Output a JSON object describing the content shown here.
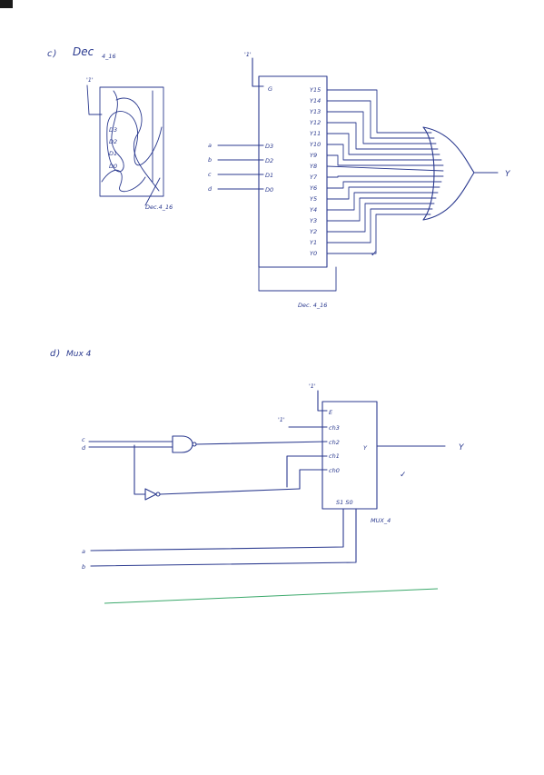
{
  "section_c": {
    "heading": "c)",
    "title": "Dec",
    "title_sub": "4_16",
    "sketch_one": "'1'",
    "sketch_pins": [
      "D3",
      "D2",
      "D1",
      "D0"
    ],
    "sketch_caption": "Dec.4_16",
    "one_label": "'1'",
    "enable_pin": "G",
    "input_pins": [
      "D3",
      "D2",
      "D1",
      "D0"
    ],
    "input_signals": [
      "a",
      "b",
      "c",
      "d"
    ],
    "output_pins": [
      "Y15",
      "Y14",
      "Y13",
      "Y12",
      "Y11",
      "Y10",
      "Y9",
      "Y8",
      "Y7",
      "Y6",
      "Y5",
      "Y4",
      "Y3",
      "Y2",
      "Y1",
      "Y0"
    ],
    "output_label": "Y",
    "block_caption": "Dec. 4_16",
    "check_mark": "✓"
  },
  "section_d": {
    "heading": "d)",
    "title": "Mux 4",
    "one_label_top": "'1'",
    "one_label_in": "'1'",
    "enable_pin": "E",
    "data_pins": [
      "ch3",
      "ch2",
      "ch1",
      "ch0"
    ],
    "output_pin": "Y",
    "select_pins": "S1 S0",
    "inputs": [
      "c",
      "d"
    ],
    "output_label": "Y",
    "block_caption": "MUX_4",
    "select_inputs": [
      "a",
      "b"
    ],
    "check_mark": "✓"
  },
  "colors": {
    "ink": "#2b3a8f",
    "rule": "#3aa86a"
  }
}
